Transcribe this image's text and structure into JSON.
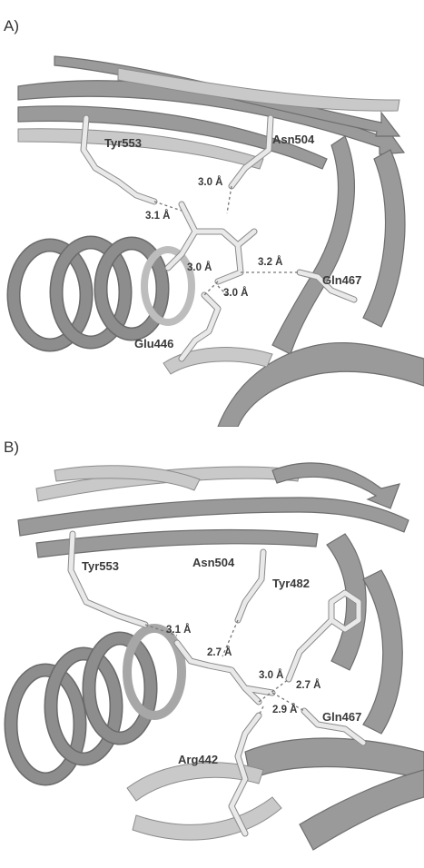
{
  "panels": [
    {
      "label": "A)",
      "residues": [
        "Tyr553",
        "Asn504",
        "Gln467",
        "Glu446"
      ],
      "distances": [
        "3.0 Å",
        "3.1 Å",
        "3.0 Å",
        "3.2 Å",
        "3.0 Å"
      ]
    },
    {
      "label": "B)",
      "residues": [
        "Tyr553",
        "Asn504",
        "Tyr482",
        "Gln467",
        "Arg442"
      ],
      "distances": [
        "3.1 Å",
        "2.7 Å",
        "3.0 Å",
        "2.7 Å",
        "2.9 Å"
      ]
    }
  ]
}
